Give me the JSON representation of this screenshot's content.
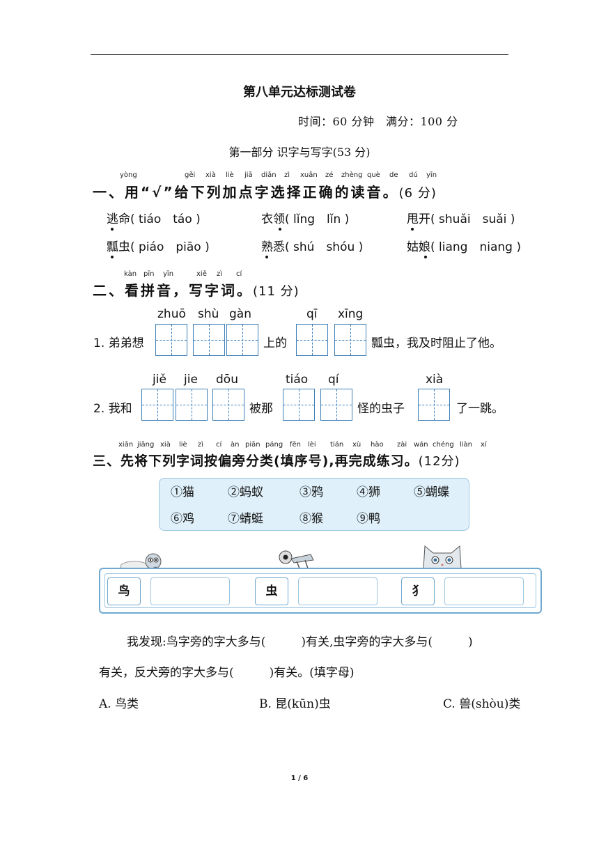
{
  "header": {
    "title": "第八单元达标测试卷",
    "time_info": "时间：60 分钟　满分：100 分",
    "part_title": "第一部分  识字与写字(53 分)"
  },
  "section1": {
    "pinyin": [
      "yòng",
      "gěi",
      "xià",
      "liè",
      "jiā",
      "diǎn",
      "zì",
      "xuǎn",
      "zé",
      "zhèng",
      "què",
      "de",
      "dú",
      "yīn"
    ],
    "heading": "一、用“√”给下列加点字选择正确的读音。",
    "score": "(6 分)",
    "items": [
      {
        "word": "逃命",
        "options": "( tiáo　táo )"
      },
      {
        "word": "衣领",
        "options": "( lǐng　lǐn )"
      },
      {
        "word": "甩开",
        "options": "( shuǎi　suǎi )"
      },
      {
        "word": "瓢虫",
        "options": "( piáo　piāo )"
      },
      {
        "word": "熟悉",
        "options": "( shú　shóu )"
      },
      {
        "word": "姑娘",
        "options": "( liang　niang )"
      }
    ]
  },
  "section2": {
    "pinyin": [
      "kàn",
      "pīn",
      "yīn",
      "xiě",
      "zì",
      "cí"
    ],
    "heading": "二、看拼音，写字词。",
    "score": "(11 分)",
    "q1": {
      "pinyin": [
        "zhuō",
        "shù",
        "gàn",
        "qī",
        "xīng"
      ],
      "prefix": "1. 弟弟想",
      "middle": "上的",
      "suffix": "瓢虫，我及时阻止了他。"
    },
    "q2": {
      "pinyin": [
        "jiě",
        "jie",
        "dōu",
        "tiáo",
        "qí",
        "xià"
      ],
      "prefix": "2. 我和",
      "middle1": "被那",
      "middle2": "怪的虫子",
      "suffix": "了一跳。"
    }
  },
  "section3": {
    "pinyin": [
      "xiān",
      "jiāng",
      "xià",
      "liè",
      "zì",
      "cí",
      "àn",
      "piān",
      "páng",
      "fēn",
      "lèi",
      "tián",
      "xù",
      "hào",
      "zài",
      "wán",
      "chéng",
      "liàn",
      "xí"
    ],
    "heading": "三、先将下列字词按偏旁分类(填序号),再完成练习。",
    "score": "(12分)",
    "words": [
      "①猫",
      "②蚂蚁",
      "③鸦",
      "④狮",
      "⑤蝴蝶",
      "⑥鸡",
      "⑦蜻蜓",
      "⑧猴",
      "⑨鸭"
    ],
    "radicals": [
      "鸟",
      "虫",
      "犭"
    ],
    "finding_line1": "我发现:鸟字旁的字大多与(　　　)有关,虫字旁的字大多与(　　　)",
    "finding_line2": "有关，反犬旁的字大多与(　　　)有关。(填字母)",
    "options": [
      "A.  鸟类",
      "B.  昆(kūn)虫",
      "C.  兽(shòu)类"
    ]
  },
  "footer": {
    "page": "1 / 6"
  }
}
